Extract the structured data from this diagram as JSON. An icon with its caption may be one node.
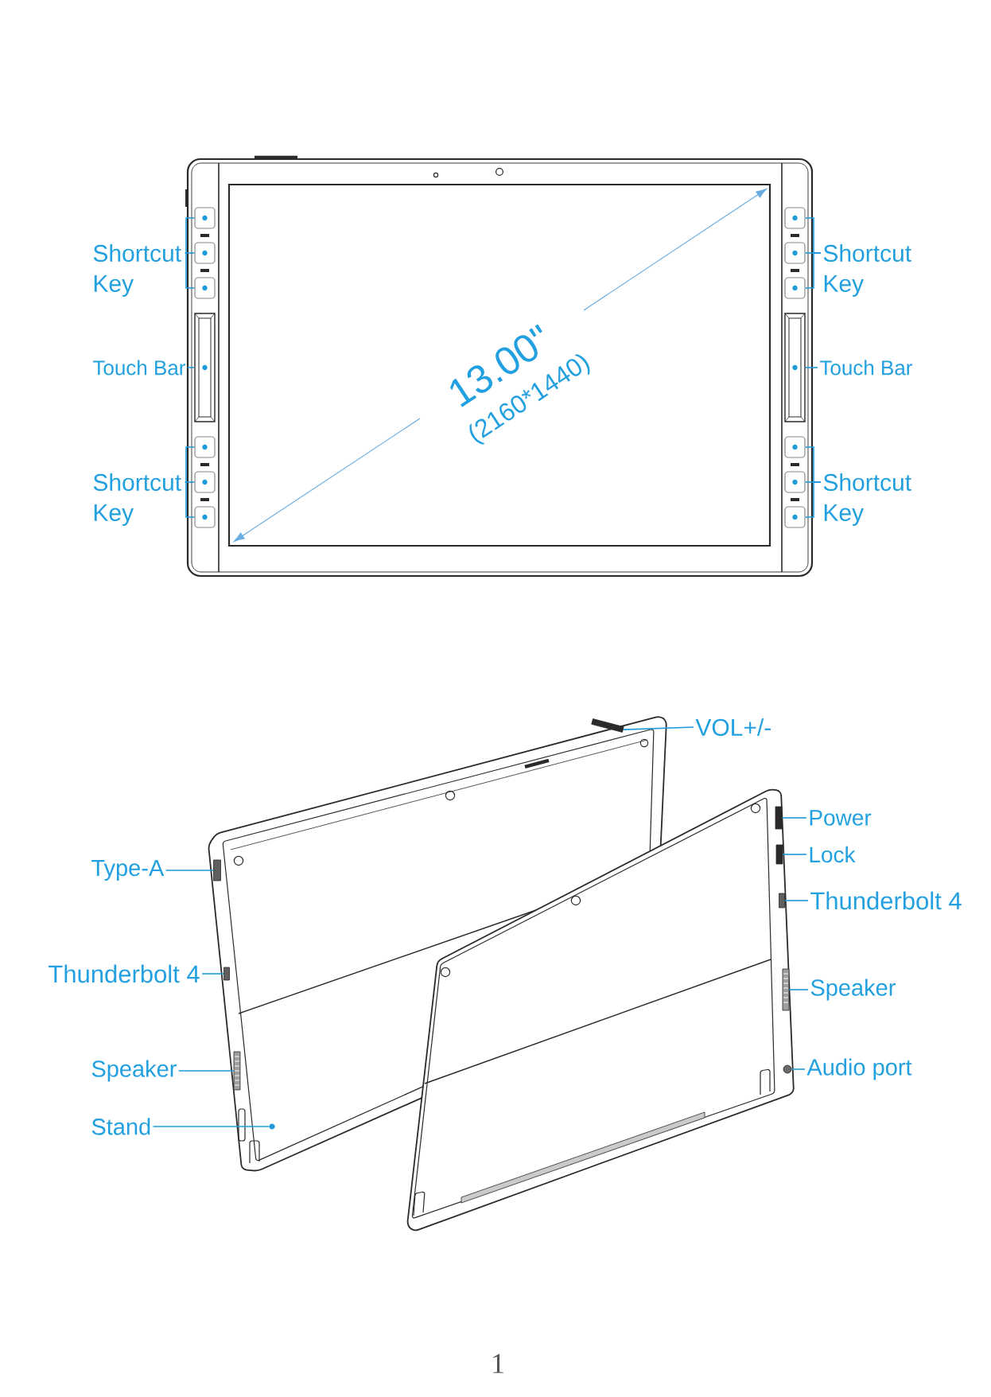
{
  "diagram": {
    "nodes": [
      {
        "text": [
          "Shortcut Key"
        ]
      },
      {
        "text": [
          "Shortcut Key"
        ]
      },
      {
        "text": [
          "Touch Bar"
        ]
      },
      {
        "text": [
          "Touch Bar"
        ]
      },
      {
        "text": [
          "Shortcut Key"
        ]
      },
      {
        "text": [
          "Shortcut Key"
        ]
      },
      {
        "text": [],
        "shape": "box"
      },
      {
        "text": [],
        "shape": "box"
      },
      {
        "text": [],
        "shape": "box"
      },
      {
        "text": [],
        "shape": "box"
      },
      {
        "text": [],
        "shape": "box"
      },
      {
        "text": [],
        "shape": "box"
      },
      {
        "text": [],
        "shape": "bar"
      },
      {
        "text": [],
        "shape": "bar"
      },
      {
        "text": [],
        "shape": "box"
      },
      {
        "text": [],
        "shape": "box"
      },
      {
        "text": [],
        "shape": "box"
      },
      {
        "text": [],
        "shape": "box"
      },
      {
        "text": [],
        "shape": "box"
      },
      {
        "text": [],
        "shape": "box"
      },
      {
        "text": [
          "VOL+/-"
        ]
      },
      {
        "text": [
          "Power"
        ]
      },
      {
        "text": [
          "Lock"
        ]
      },
      {
        "text": [
          "Type-A"
        ]
      },
      {
        "text": [
          "Thunderbolt 4"
        ]
      },
      {
        "text": [
          "Thunderbolt 4"
        ]
      },
      {
        "text": [
          "Speaker"
        ]
      },
      {
        "text": [
          "Speaker"
        ]
      },
      {
        "text": [
          "Audio port"
        ]
      },
      {
        "text": [
          "Stand"
        ]
      },
      {
        "text": [],
        "shape": "box"
      },
      {
        "text": [],
        "shape": "box"
      },
      {
        "text": [],
        "shape": "box"
      },
      {
        "text": [],
        "shape": "box"
      },
      {
        "text": [],
        "shape": "box"
      },
      {
        "text": [],
        "shape": "box"
      },
      {
        "text": [],
        "shape": "box"
      },
      {
        "text": [],
        "shape": "box"
      },
      {
        "text": [],
        "shape": "circle"
      },
      {
        "text": [],
        "shape": "circle"
      }
    ],
    "edges": [
      {
        "from": 0,
        "to": 6,
        "arrow": "none"
      },
      {
        "from": 0,
        "to": 7,
        "arrow": "none"
      },
      {
        "from": 0,
        "to": 8,
        "arrow": "none"
      },
      {
        "from": 1,
        "to": 9,
        "arrow": "none"
      },
      {
        "from": 1,
        "to": 10,
        "arrow": "none"
      },
      {
        "from": 1,
        "to": 11,
        "arrow": "none"
      },
      {
        "from": 2,
        "to": 12,
        "arrow": "none"
      },
      {
        "from": 3,
        "to": 13,
        "arrow": "none"
      },
      {
        "from": 4,
        "to": 14,
        "arrow": "none"
      },
      {
        "from": 4,
        "to": 15,
        "arrow": "none"
      },
      {
        "from": 4,
        "to": 16,
        "arrow": "none"
      },
      {
        "from": 5,
        "to": 17,
        "arrow": "none"
      },
      {
        "from": 5,
        "to": 18,
        "arrow": "none"
      },
      {
        "from": 5,
        "to": 19,
        "arrow": "none"
      },
      {
        "from": 20,
        "to": 30,
        "arrow": "none"
      },
      {
        "from": 21,
        "to": 31,
        "arrow": "none"
      },
      {
        "from": 22,
        "to": 32,
        "arrow": "none"
      },
      {
        "from": 23,
        "to": 33,
        "arrow": "none"
      },
      {
        "from": 24,
        "to": 34,
        "arrow": "none"
      },
      {
        "from": 25,
        "to": 35,
        "arrow": "none"
      },
      {
        "from": 26,
        "to": 36,
        "arrow": "none"
      },
      {
        "from": 27,
        "to": 37,
        "arrow": "none"
      },
      {
        "from": 28,
        "to": 38,
        "arrow": "none"
      },
      {
        "from": 29,
        "to": 39,
        "arrow": "none"
      }
    ],
    "labels": [
      "13.00\"",
      "(2160*1440)",
      "1"
    ]
  }
}
